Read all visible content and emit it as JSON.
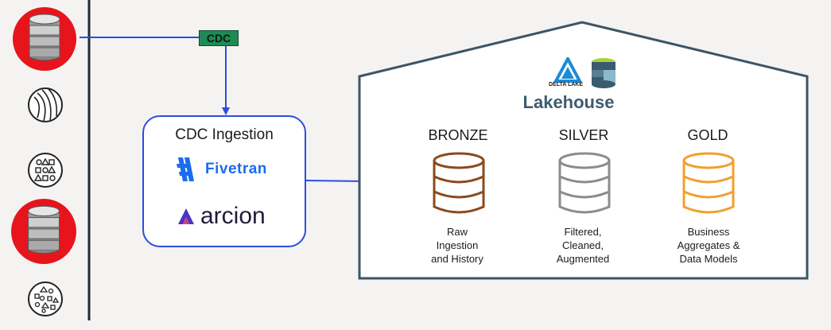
{
  "cdc_tag": "CDC",
  "ingestion": {
    "title": "CDC Ingestion",
    "tools": [
      "Fivetran",
      "arcion"
    ]
  },
  "lakehouse": {
    "title": "Lakehouse",
    "delta_lake_label": "DELTA LAKE",
    "tiers": [
      {
        "name": "BRONZE",
        "description": [
          "Raw",
          "Ingestion",
          "and History"
        ],
        "color": "#8b4a1c"
      },
      {
        "name": "SILVER",
        "description": [
          "Filtered,",
          "Cleaned,",
          "Augmented"
        ],
        "color": "#8c8c8c"
      },
      {
        "name": "GOLD",
        "description": [
          "Business",
          "Aggregates &",
          "Data Models"
        ],
        "color": "#f0a030"
      }
    ]
  },
  "colors": {
    "accent_blue": "#2b4de0",
    "cdc_green": "#1f8a55",
    "source_red": "#e8141c",
    "timeline": "#1e2a3a",
    "lakehouse_border": "#3d5566"
  },
  "sources": [
    "database-icon",
    "streaming-icon",
    "shapes-icon",
    "database-icon",
    "scattered-shapes-icon"
  ]
}
